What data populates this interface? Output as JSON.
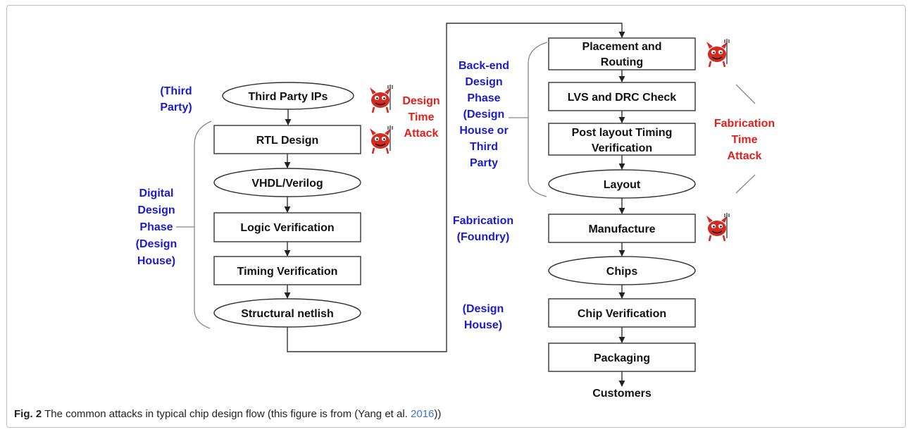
{
  "nodes": {
    "third_party_ips": "Third Party IPs",
    "rtl_design": "RTL Design",
    "vhdl_verilog": "VHDL/Verilog",
    "logic_verification": "Logic Verification",
    "timing_verification": "Timing Verification",
    "structural_netlist": "Structural netlish",
    "placement_routing": [
      "Placement and",
      "Routing"
    ],
    "lvs_drc": "LVS and DRC Check",
    "post_layout": [
      "Post layout Timing",
      "Verification"
    ],
    "layout": "Layout",
    "manufacture": "Manufacture",
    "chips": "Chips",
    "chip_verification": "Chip Verification",
    "packaging": "Packaging",
    "customers": "Customers"
  },
  "labels": {
    "third_party": [
      "(Third",
      "Party)"
    ],
    "digital_design_phase": [
      "Digital",
      "Design",
      "Phase",
      "(Design",
      "House)"
    ],
    "back_end_phase": [
      "Back-end",
      "Design",
      "Phase",
      "(Design",
      "House or",
      "Third",
      "Party"
    ],
    "fabrication": [
      "Fabrication",
      "(Foundry)"
    ],
    "design_house": [
      "(Design",
      "House)"
    ]
  },
  "attacks": {
    "design_time": [
      "Design",
      "Time",
      "Attack"
    ],
    "fabrication_time": [
      "Fabrication",
      "Time",
      "Attack"
    ]
  },
  "caption": {
    "fig": "Fig. 2",
    "text": " The common attacks in typical chip design flow (this figure is from (Yang et al. ",
    "ref": "2016",
    "end": "))"
  },
  "colors": {
    "label_blue": "#1a1ad0",
    "attack_red": "#e0201c",
    "devil_red": "#d42a20"
  },
  "icons": [
    "devil-icon",
    "devil-icon",
    "devil-icon",
    "devil-icon"
  ]
}
